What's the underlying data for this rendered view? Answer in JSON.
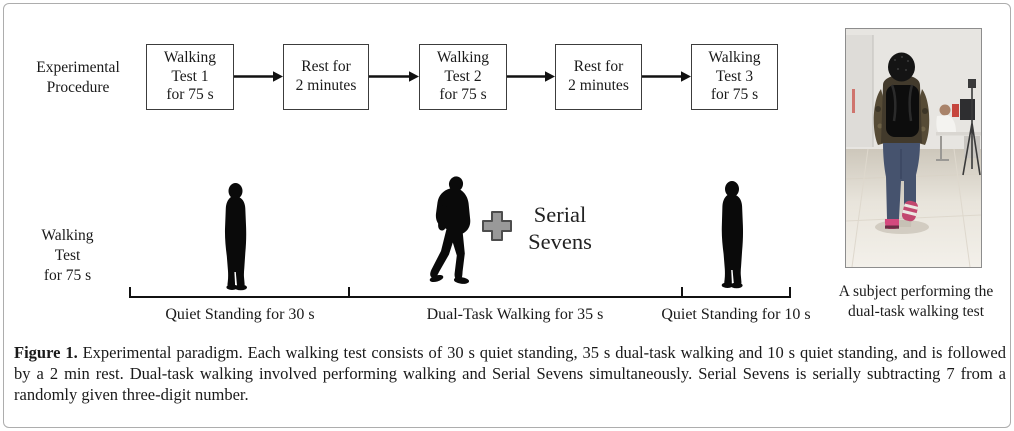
{
  "colors": {
    "silhouette": "#0a0a0a",
    "plus_fill": "#999999",
    "plus_stroke": "#4d4d4d",
    "box_border": "#3c3c3c",
    "outer_border": "#adadad",
    "text": "#1a1a1a"
  },
  "procedure": {
    "label": "Experimental\nProcedure",
    "boxes": [
      {
        "label": "Walking\nTest 1\nfor 75 s"
      },
      {
        "label": "Rest for\n2 minutes"
      },
      {
        "label": "Walking\nTest 2\nfor 75 s"
      },
      {
        "label": "Rest for\n2 minutes"
      },
      {
        "label": "Walking\nTest 3\nfor 75 s"
      }
    ]
  },
  "walking_test": {
    "label": "Walking\nTest\nfor 75 s",
    "serial_sevens": "Serial\nSevens",
    "segments": [
      {
        "label": "Quiet Standing for 30 s"
      },
      {
        "label": "Dual-Task Walking for 35 s"
      },
      {
        "label": "Quiet Standing for 10 s"
      }
    ]
  },
  "photo": {
    "caption": "A subject performing the\ndual-task walking test"
  },
  "figure_caption": {
    "title": "Figure 1.",
    "text": " Experimental paradigm. Each walking test consists of 30 s quiet standing, 35 s dual-task walking and 10 s quiet standing, and is followed by a 2 min rest. Dual-task walking involved performing walking and Serial Sevens simultaneously. Serial Sevens is serially subtracting 7 from a randomly given three-digit number."
  }
}
